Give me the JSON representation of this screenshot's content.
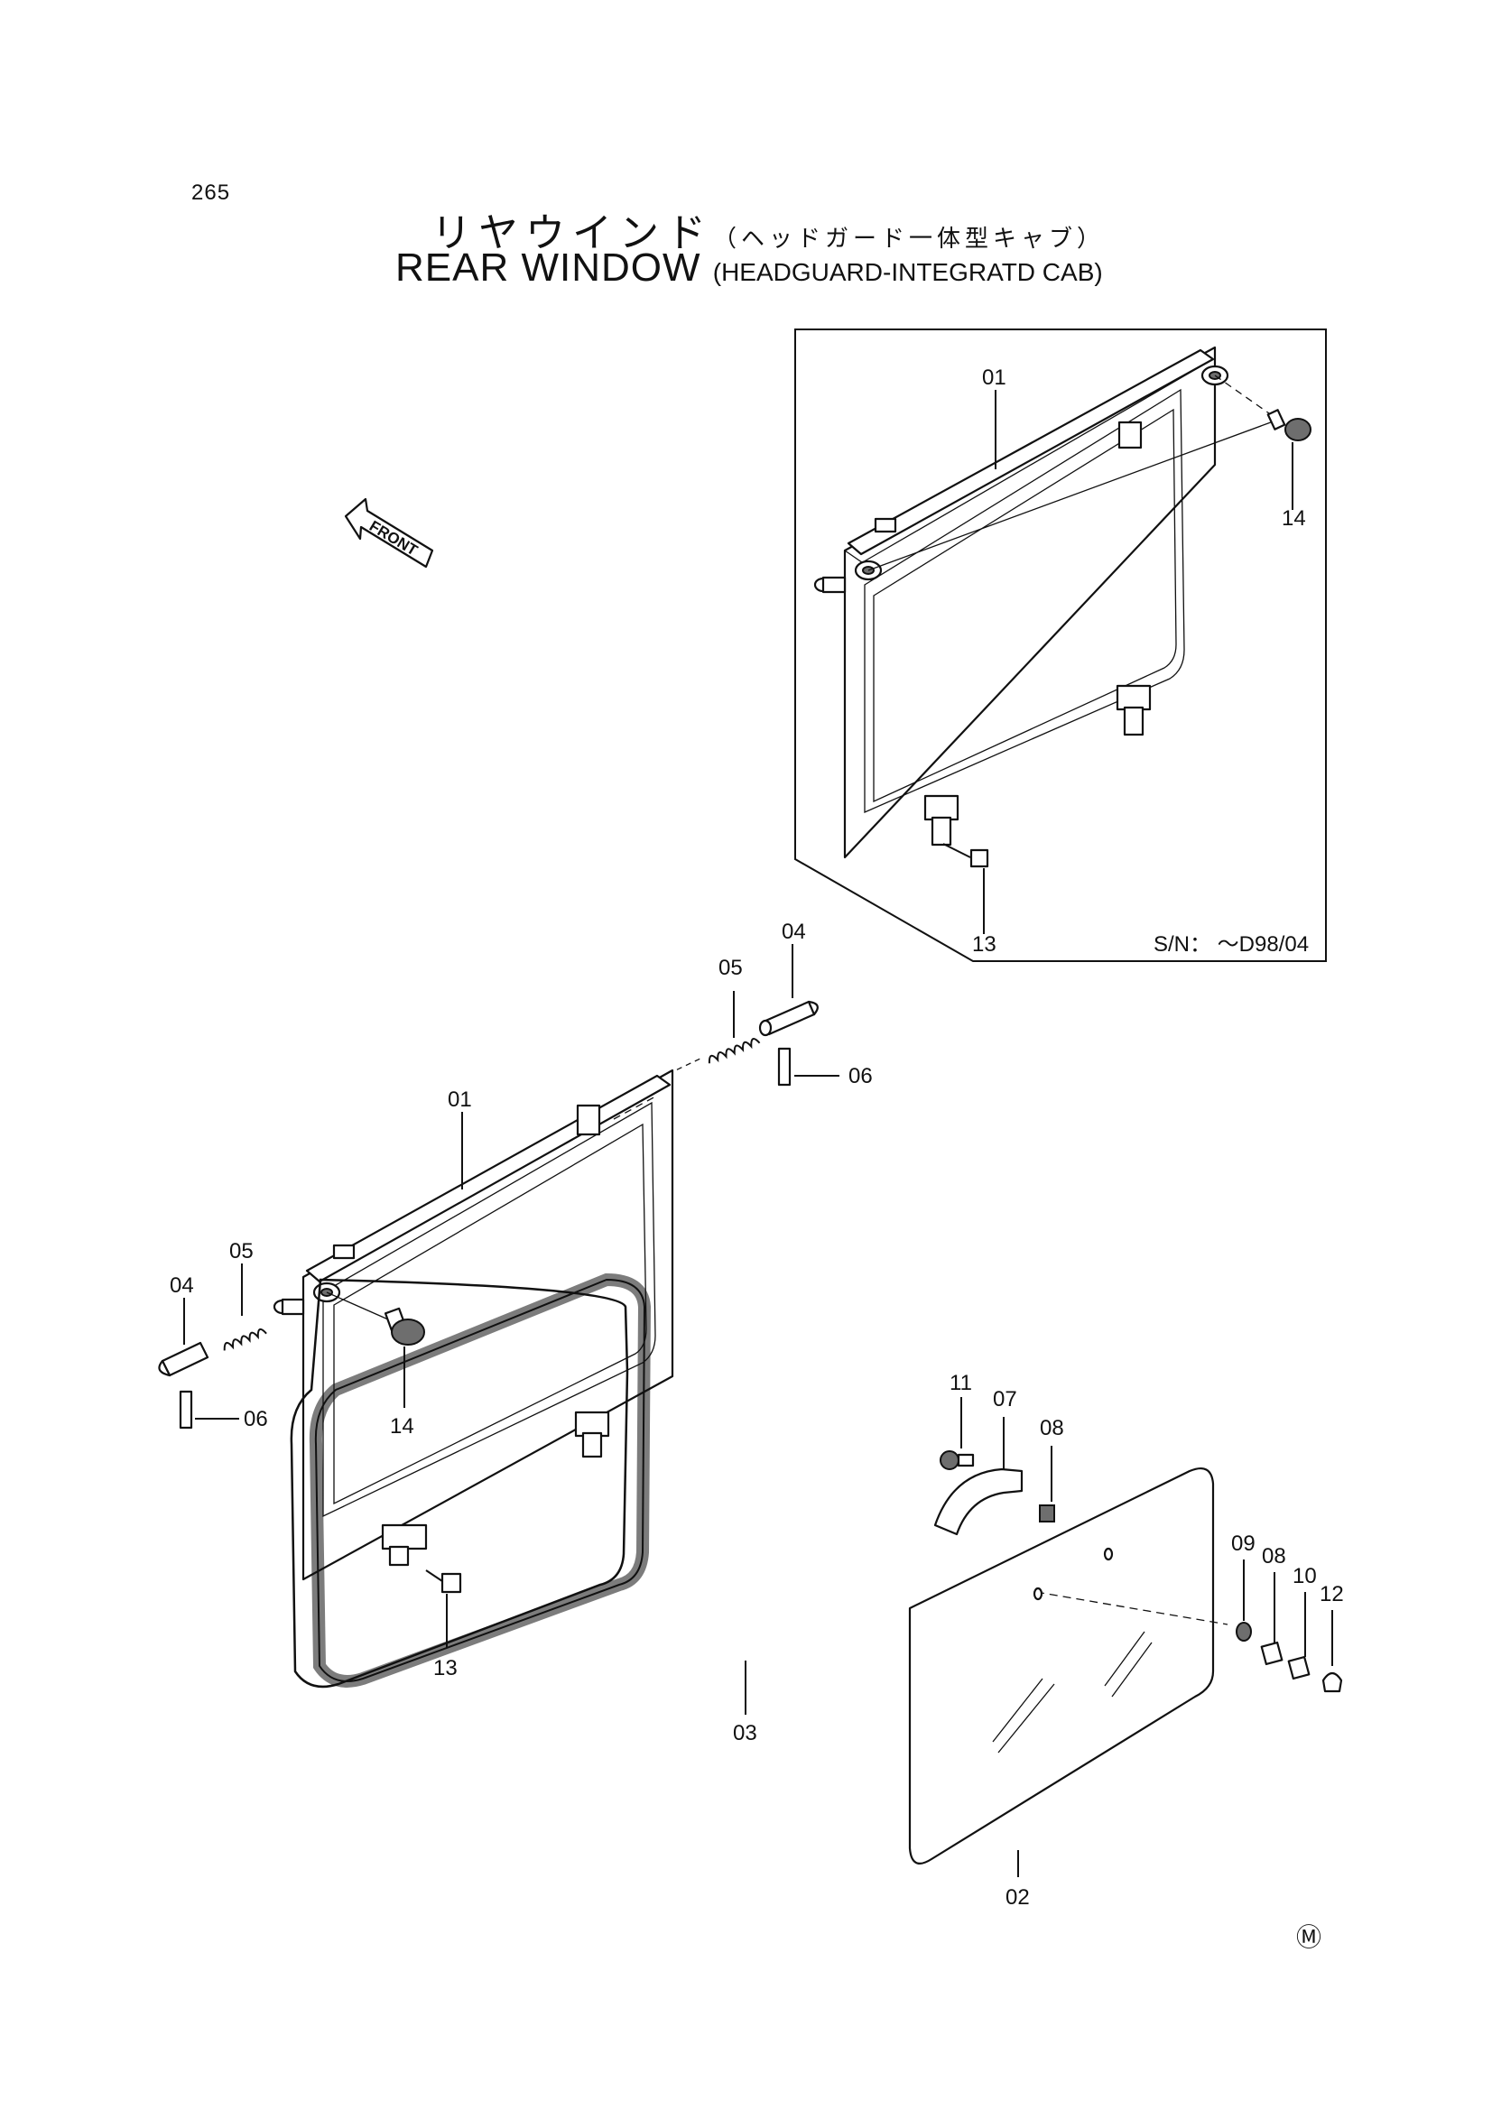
{
  "page_number": "265",
  "title_jp": {
    "main": "リヤウインド",
    "sub": "（ヘッドガード一体型キャブ）"
  },
  "title_en": {
    "main": "REAR WINDOW",
    "sub": "(HEADGUARD-INTEGRATD CAB)"
  },
  "front_marker": "FRONT",
  "serial_note": "S/N： ～D98/04",
  "maker_mark": "Ⓜ",
  "labels": {
    "inset_01": "01",
    "inset_14": "14",
    "inset_13": "13",
    "main_04a": "04",
    "main_05a": "05",
    "main_06a": "06",
    "main_01": "01",
    "main_04b": "04",
    "main_05b": "05",
    "main_06b": "06",
    "main_14": "14",
    "main_13": "13",
    "main_11": "11",
    "main_07": "07",
    "main_08a": "08",
    "main_09": "09",
    "main_08b": "08",
    "main_10": "10",
    "main_12": "12",
    "main_03": "03",
    "main_02": "02"
  }
}
